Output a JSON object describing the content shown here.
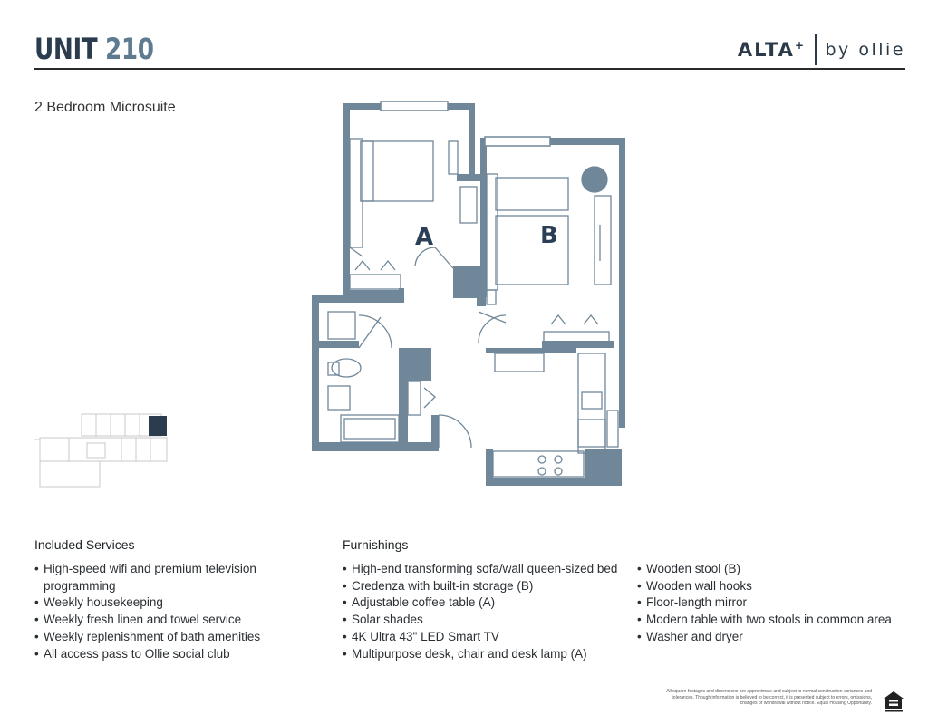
{
  "header": {
    "unit_label": "UNIT",
    "unit_number": "210",
    "brand_name": "ALTA",
    "brand_mark": "+",
    "brand_byline": "by ollie"
  },
  "subtitle": "2 Bedroom Microsuite",
  "floorplan": {
    "room_a_label": "A",
    "room_b_label": "B",
    "wall_color": "#6f8799",
    "icon": "floor-plan"
  },
  "included_services": {
    "heading": "Included Services",
    "items": [
      "High-speed wifi and premium television programming",
      "Weekly housekeeping",
      "Weekly fresh linen and towel service",
      "Weekly replenishment of bath amenities",
      "All access pass to Ollie social club"
    ]
  },
  "furnishings": {
    "heading": "Furnishings",
    "items_col1": [
      "High-end transforming sofa/wall queen-sized bed",
      "Credenza with built-in storage (B)",
      "Adjustable coffee table (A)",
      "Solar shades",
      "4K Ultra 43\" LED Smart TV",
      "Multipurpose desk, chair and desk lamp (A)"
    ],
    "items_col2": [
      "Wooden stool (B)",
      "Wooden wall hooks",
      "Floor-length mirror",
      "Modern table with two stools in common area",
      "Washer and dryer"
    ]
  },
  "disclaimer": "All square footages and dimensions are approximate and subject to normal construction variances and tolerances. Though information is believed to be correct, it is presented subject to errors, omissions, changes or withdrawal without notice. Equal Housing Opportunity.",
  "icons": {
    "key_plan": "key-plan-icon",
    "equal_housing": "equal-housing-icon"
  }
}
